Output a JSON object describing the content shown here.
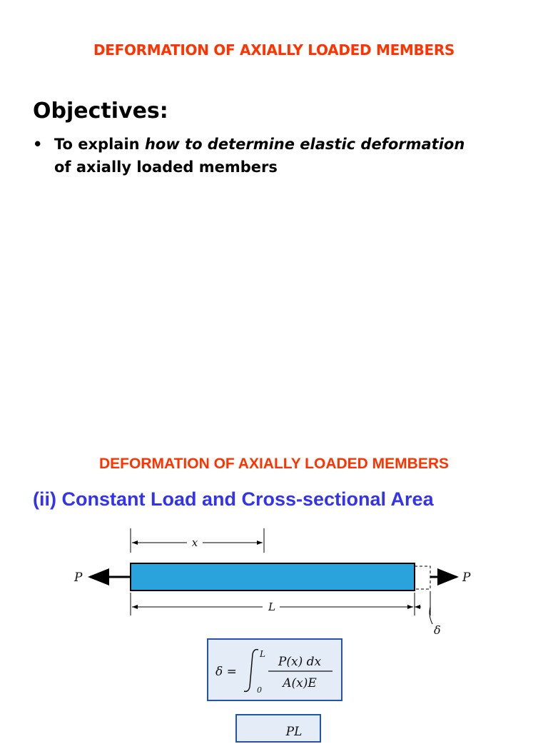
{
  "slide1": {
    "title": "DEFORMATION OF AXIALLY LOADED MEMBERS",
    "heading": "Objectives:",
    "bullet": {
      "symbol": "•",
      "prefix": "To explain ",
      "emphasis": "how to determine elastic deformation",
      "suffix": "of axially loaded members"
    }
  },
  "slide2": {
    "title": "DEFORMATION OF AXIALLY LOADED MEMBERS",
    "subheading": "(ii) Constant Load and Cross-sectional Area",
    "diagram": {
      "load_left": "P",
      "load_right": "P",
      "position_label": "x",
      "length_label": "L",
      "elongation_label": "δ",
      "bar_color": "#2aa3dc"
    },
    "formula": {
      "lhs": "δ =",
      "upper_limit": "L",
      "lower_limit": "0",
      "numerator": "P(x) dx",
      "denominator": "A(x)E"
    },
    "formula2": {
      "numerator": "PL"
    }
  },
  "colors": {
    "title": "#ff3300",
    "subheading": "#3333ee",
    "box_fill": "#e4edf7",
    "box_border": "#2255aa"
  }
}
